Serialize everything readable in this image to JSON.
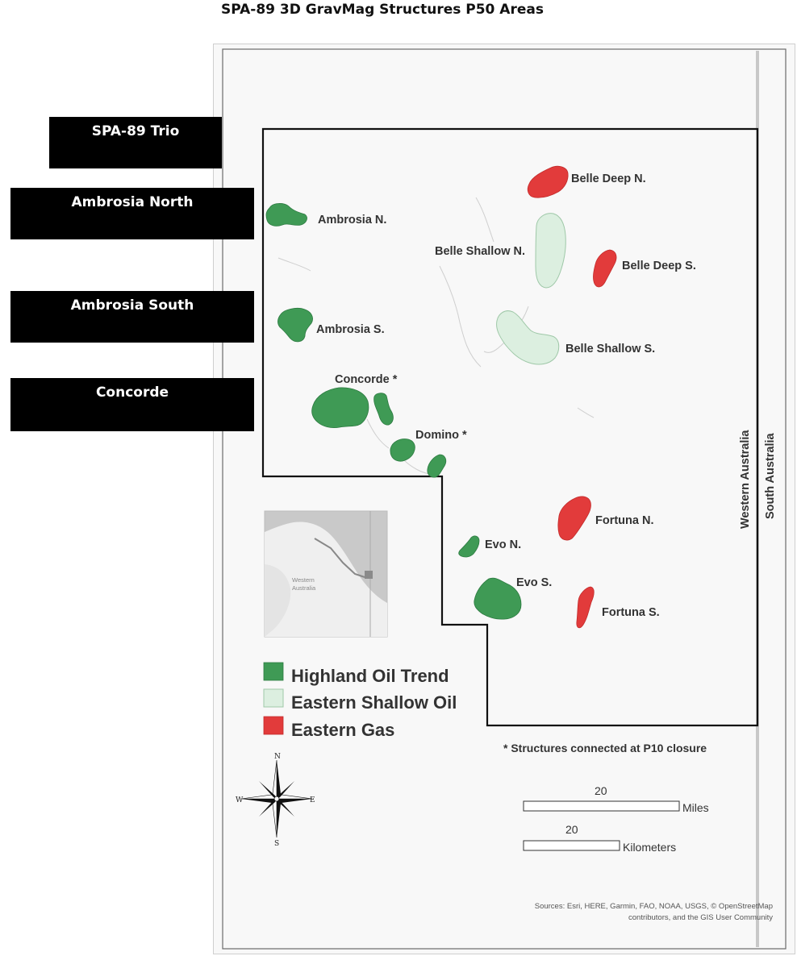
{
  "title": "SPA-89 3D GravMag Structures P50 Areas",
  "side_labels": [
    "SPA-89 Trio",
    "Ambrosia North",
    "Ambrosia South",
    "Concorde"
  ],
  "structures": {
    "belle_deep_n": "Belle Deep N.",
    "ambrosia_n": "Ambrosia N.",
    "belle_shallow_n": "Belle Shallow N.",
    "belle_deep_s": "Belle Deep S.",
    "ambrosia_s": "Ambrosia S.",
    "belle_shallow_s": "Belle Shallow S.",
    "concorde": "Concorde *",
    "domino": "Domino *",
    "fortuna_n": "Fortuna N.",
    "evo_n": "Evo N.",
    "evo_s": "Evo S.",
    "fortuna_s": "Fortuna S."
  },
  "states": {
    "wa": "Western Australia",
    "sa": "South Australia"
  },
  "inset_label": [
    "Western",
    "Australia"
  ],
  "legend": [
    {
      "label": "Highland Oil Trend",
      "color": "#3f9a55"
    },
    {
      "label": "Eastern Shallow Oil",
      "color": "#dcefe0"
    },
    {
      "label": "Eastern Gas",
      "color": "#e23b3b"
    }
  ],
  "note": "* Structures connected at P10 closure",
  "compass": {
    "n": "N",
    "s": "S",
    "e": "E",
    "w": "W"
  },
  "scale": {
    "miles_value": "20",
    "miles_unit": "Miles",
    "km_value": "20",
    "km_unit": "Kilometers"
  },
  "sources": [
    "Sources: Esri, HERE, Garmin, FAO, NOAA, USGS, © OpenStreetMap",
    "contributors, and the GIS User Community"
  ]
}
